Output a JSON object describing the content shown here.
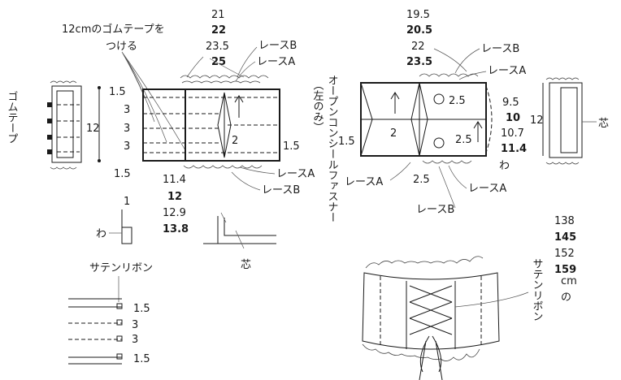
{
  "left_panel": {
    "elastic_note_line1": "12cmのゴムテープを",
    "elastic_note_line2": "つける",
    "size_labels": [
      "21",
      "22",
      "23.5",
      "25"
    ],
    "lace_b_top": "レースB",
    "lace_a_top": "レースA",
    "lace_a_bottom": "レースA",
    "lace_b_bottom": "レースB",
    "rubber_tape_vertical": "ゴムテープ",
    "height_12": "12",
    "m_15_top": "1.5",
    "m_3_a": "3",
    "m_3_b": "3",
    "m_3_c": "3",
    "m_15_bottom": "1.5",
    "m_2": "2",
    "m_15_right": "1.5",
    "bottom_sizes": [
      "11.4",
      "12",
      "12.9",
      "13.8"
    ],
    "fold_1": "1",
    "fold_wa": "わ",
    "core": "芯"
  },
  "right_panel": {
    "size_labels": [
      "19.5",
      "20.5",
      "22",
      "23.5"
    ],
    "lace_b_top": "レースB",
    "lace_a_top": "レースA",
    "zipper_vertical": "オープンコンシールファスナー",
    "left_only": "（左のみ）",
    "m_15": "1.5",
    "m_2": "2",
    "m_25_top": "2.5",
    "m_25_bot": "2.5",
    "m_25_bottom": "2.5",
    "side_sizes": [
      "9.5",
      "10",
      "10.7",
      "11.4"
    ],
    "height_12": "12",
    "fold_wa": "わ",
    "core": "芯",
    "lace_a_left": "レースA",
    "lace_a_right": "レースA",
    "lace_b_bottom": "レースB"
  },
  "ribbon_panel": {
    "title": "サテンリボン",
    "m_15_top": "1.5",
    "m_3_a": "3",
    "m_3_b": "3",
    "m_15_bottom": "1.5"
  },
  "finished": {
    "sizes": [
      "138",
      "145",
      "152",
      "159"
    ],
    "unit": "cm",
    "no": "の",
    "ribbon_vertical": "サテンリボン"
  }
}
